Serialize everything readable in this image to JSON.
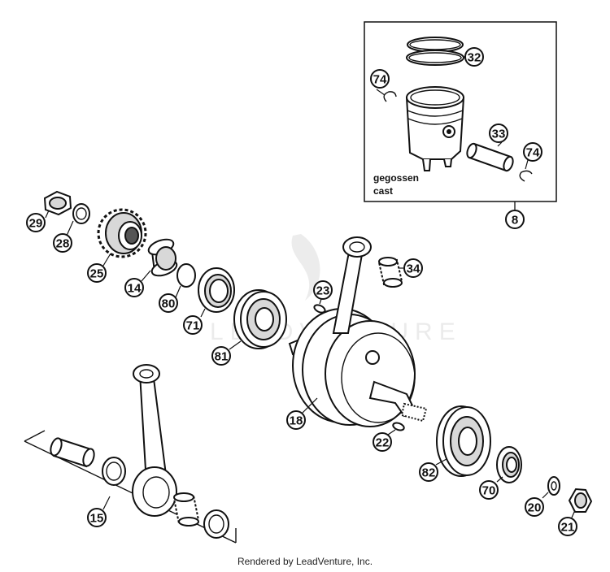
{
  "inset": {
    "note_line1": "gegossen",
    "note_line2": "cast",
    "callout": "8"
  },
  "callouts": {
    "c32": "32",
    "c74a": "74",
    "c33": "33",
    "c74b": "74",
    "c29": "29",
    "c28": "28",
    "c25": "25",
    "c14": "14",
    "c80": "80",
    "c71": "71",
    "c81": "81",
    "c23": "23",
    "c34": "34",
    "c18": "18",
    "c22": "22",
    "c82": "82",
    "c70": "70",
    "c20": "20",
    "c21": "21",
    "c15": "15"
  },
  "watermark": "LEADVENTURE",
  "credit": "Rendered by LeadVenture, Inc."
}
